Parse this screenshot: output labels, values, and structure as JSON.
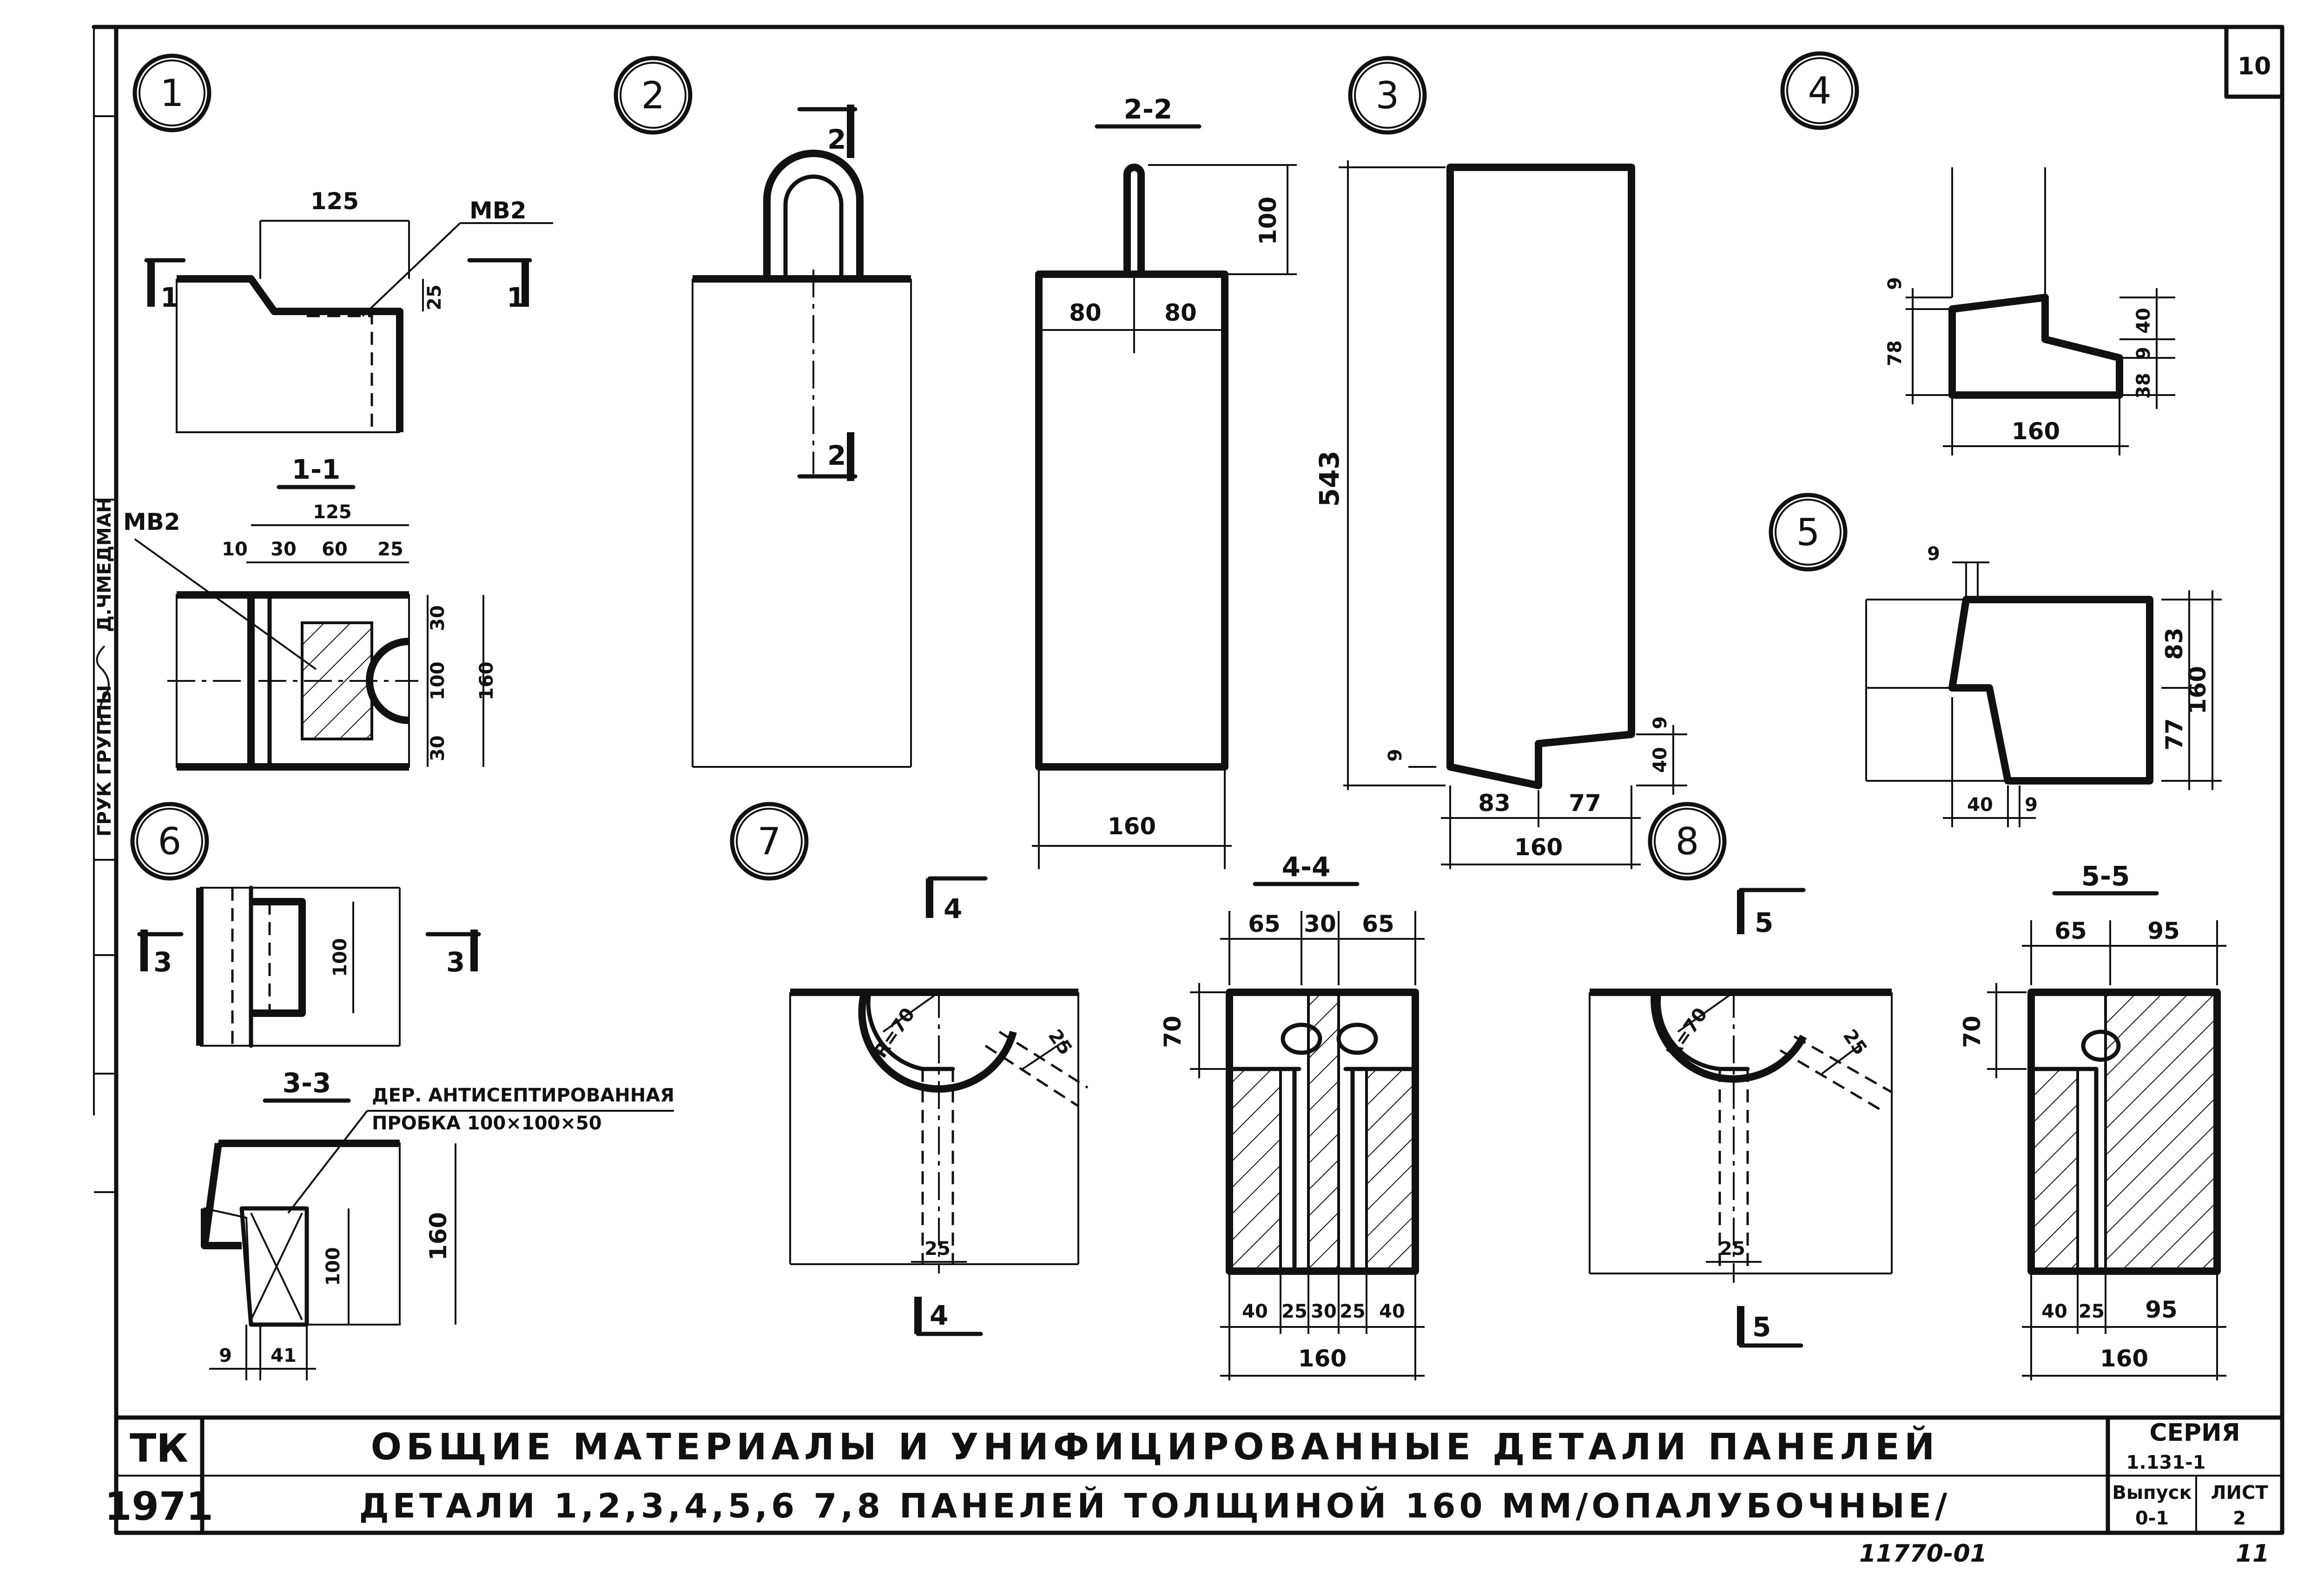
{
  "sheet": {
    "page_number": "10",
    "stamp_text": "ГРУК ГРУППЫ",
    "signature_name": "Д.ЧМЕДМАН",
    "footer_handwritten": "11770-01",
    "footer_handwritten_tail": "11"
  },
  "title_block": {
    "org": "ТК",
    "year": "1971",
    "title_main": "ОБЩИЕ МАТЕРИАЛЫ И УНИФИЦИРОВАННЫЕ ДЕТАЛИ ПАНЕЛЕЙ",
    "title_sub": "ДЕТАЛИ 1,2,3,4,5,6 7,8 ПАНЕЛЕЙ ТОЛЩИНОЙ 160 ММ/ОПАЛУБОЧНЫЕ/",
    "series_label": "СЕРИЯ",
    "series_value": "1.131-1",
    "issue_label": "Выпуск",
    "issue_value": "0-1",
    "sheet_label": "ЛИСТ",
    "sheet_value": "2"
  },
  "details": {
    "d1": {
      "number": "1",
      "dim_top": "125",
      "label_mb2": "МВ2",
      "dim_25": "25",
      "cut_left": "1",
      "cut_right": "1"
    },
    "s11": {
      "title": "1-1",
      "label_mb2": "МВ2",
      "dim_125": "125",
      "dim_10": "10",
      "dim_30": "30",
      "dim_60": "60",
      "dim_25": "25",
      "dim_30a": "30",
      "dim_100": "100",
      "dim_30b": "30",
      "dim_160": "160"
    },
    "d2": {
      "number": "2",
      "cut_top": "2",
      "cut_bottom": "2"
    },
    "s22": {
      "title": "2-2",
      "dim_100": "100",
      "dim_80a": "80",
      "dim_80b": "80",
      "dim_160": "160"
    },
    "d3": {
      "number": "3",
      "dim_543": "543",
      "dim_9a": "9",
      "dim_9b": "9",
      "dim_40": "40",
      "dim_83": "83",
      "dim_77": "77",
      "dim_160": "160"
    },
    "d4": {
      "number": "4",
      "dim_9a": "9",
      "dim_78": "78",
      "dim_40": "40",
      "dim_9b": "9",
      "dim_38": "38",
      "dim_160": "160"
    },
    "d5": {
      "number": "5",
      "dim_9a": "9",
      "dim_83": "83",
      "dim_77": "77",
      "dim_160": "160",
      "dim_40": "40",
      "dim_9b": "9"
    },
    "d6": {
      "number": "6",
      "dim_100": "100",
      "cut_left": "3",
      "cut_right": "3"
    },
    "s33": {
      "title": "3-3",
      "note_line1": "ДЕР. АНТИСЕПТИРОВАННАЯ",
      "note_line2": "ПРОБКА 100×100×50",
      "dim_160": "160",
      "dim_100": "100",
      "dim_9": "9",
      "dim_41": "41"
    },
    "d7": {
      "number": "7",
      "cut_top": "4",
      "cut_bottom": "4",
      "radius": "R=70",
      "dim_25a": "25",
      "dim_25b": "25"
    },
    "s44": {
      "title": "4-4",
      "dim_65a": "65",
      "dim_30": "30",
      "dim_65b": "65",
      "dim_70": "70",
      "dim_40a": "40",
      "dim_25a": "25",
      "dim_30b": "30",
      "dim_25b": "25",
      "dim_40b": "40",
      "dim_160": "160"
    },
    "d8": {
      "number": "8",
      "cut_top": "5",
      "cut_bottom": "5",
      "radius": "R=70",
      "dim_25a": "25",
      "dim_25b": "25"
    },
    "s55": {
      "title": "5-5",
      "dim_65": "65",
      "dim_95a": "95",
      "dim_70": "70",
      "dim_40": "40",
      "dim_25": "25",
      "dim_95b": "95",
      "dim_160": "160"
    }
  }
}
